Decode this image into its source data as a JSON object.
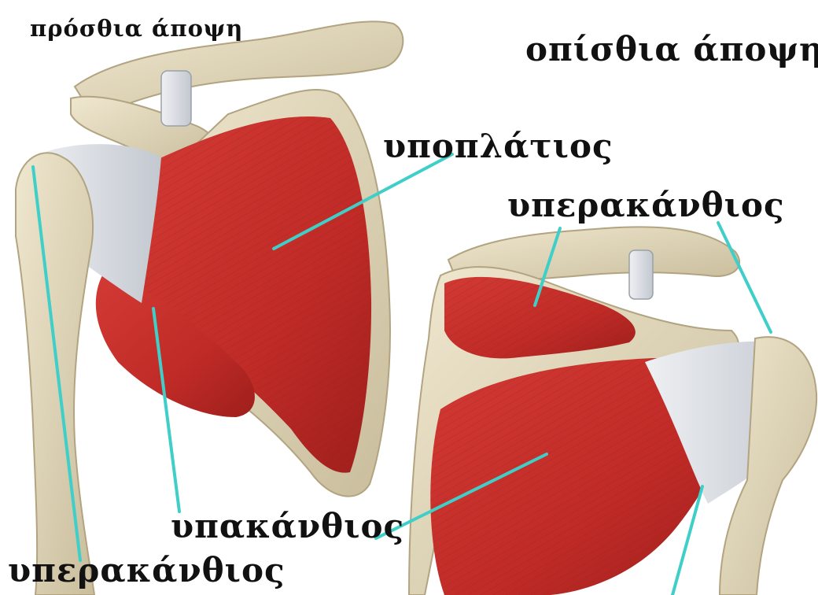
{
  "labels": {
    "front_view": "πρόσθια άποψη",
    "back_view": "οπίσθια άποψη",
    "subscapularis": "υποπλάτιος",
    "supraspinatus_right": "υπερακάνθιος",
    "infraspinatus": "υπακάνθιος",
    "supraspinatus_left": "υπερακάνθιος"
  },
  "colors": {
    "muscle": "#c8322e",
    "muscle_dark": "#9e1f1c",
    "bone": "#e6dcc0",
    "bone_shadow": "#b9ad8e",
    "tendon": "#d9dde3",
    "pointer_line": "#3fcfc8"
  }
}
